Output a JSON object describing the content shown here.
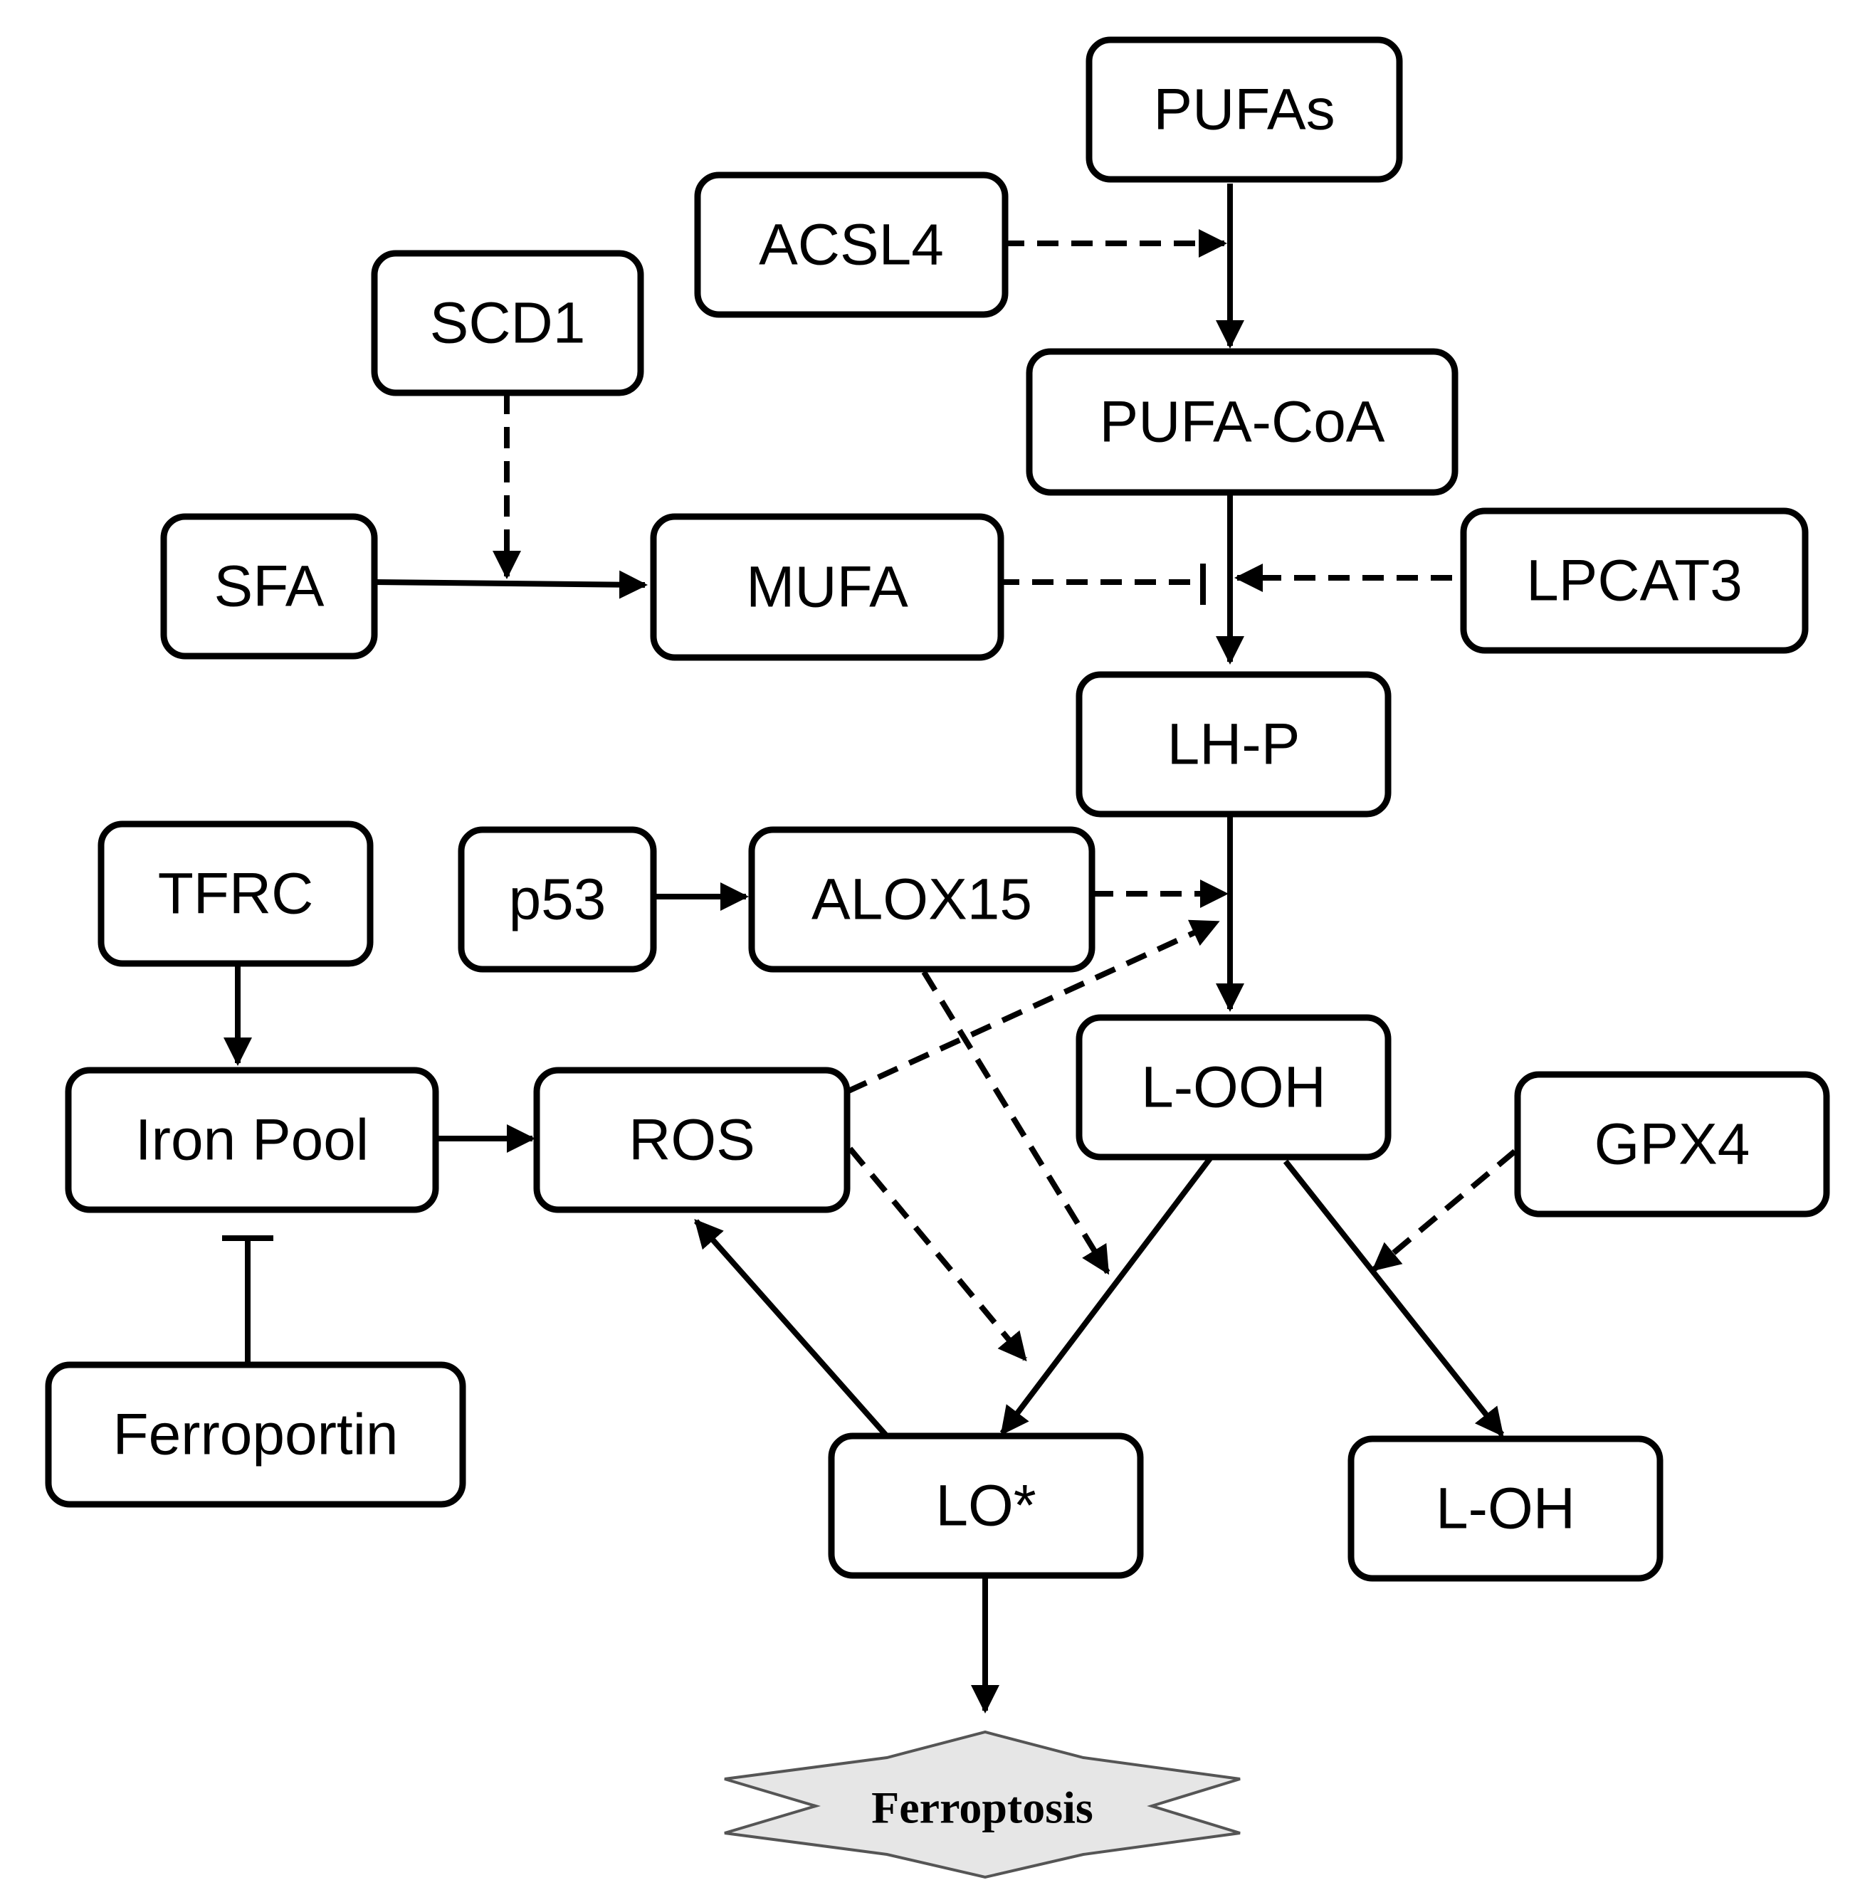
{
  "diagram": {
    "nodes": [
      {
        "id": "pufas",
        "label": "PUFAs"
      },
      {
        "id": "acsl4",
        "label": "ACSL4"
      },
      {
        "id": "scd1",
        "label": "SCD1"
      },
      {
        "id": "pufa-coa",
        "label": "PUFA-CoA"
      },
      {
        "id": "sfa",
        "label": "SFA"
      },
      {
        "id": "mufa",
        "label": "MUFA"
      },
      {
        "id": "lpcat3",
        "label": "LPCAT3"
      },
      {
        "id": "lh-p",
        "label": "LH-P"
      },
      {
        "id": "tfrc",
        "label": "TFRC"
      },
      {
        "id": "p53",
        "label": "p53"
      },
      {
        "id": "alox15",
        "label": "ALOX15"
      },
      {
        "id": "l-ooh",
        "label": "L-OOH"
      },
      {
        "id": "iron-pool",
        "label": "Iron Pool"
      },
      {
        "id": "ros",
        "label": "ROS"
      },
      {
        "id": "gpx4",
        "label": "GPX4"
      },
      {
        "id": "ferroportin",
        "label": "Ferroportin"
      },
      {
        "id": "lo-star",
        "label": "LO*"
      },
      {
        "id": "l-oh",
        "label": "L-OH"
      }
    ],
    "terminal": {
      "label": "Ferroptosis"
    },
    "edges": [
      {
        "from": "pufas",
        "to": "pufa-coa",
        "style": "solid",
        "type": "activation"
      },
      {
        "from": "acsl4",
        "to": "pufas→pufa-coa",
        "style": "dashed",
        "type": "activation"
      },
      {
        "from": "pufa-coa",
        "to": "lh-p",
        "style": "solid",
        "type": "activation"
      },
      {
        "from": "lpcat3",
        "to": "pufa-coa→lh-p",
        "style": "dashed",
        "type": "activation"
      },
      {
        "from": "mufa",
        "to": "pufa-coa→lh-p",
        "style": "dashed",
        "type": "inhibition"
      },
      {
        "from": "sfa",
        "to": "mufa",
        "style": "solid",
        "type": "activation"
      },
      {
        "from": "scd1",
        "to": "sfa→mufa",
        "style": "dashed",
        "type": "activation"
      },
      {
        "from": "lh-p",
        "to": "l-ooh",
        "style": "solid",
        "type": "activation"
      },
      {
        "from": "alox15",
        "to": "lh-p→l-ooh",
        "style": "dashed",
        "type": "activation"
      },
      {
        "from": "ros",
        "to": "lh-p→l-ooh",
        "style": "dashed",
        "type": "activation"
      },
      {
        "from": "p53",
        "to": "alox15",
        "style": "solid",
        "type": "activation"
      },
      {
        "from": "tfrc",
        "to": "iron-pool",
        "style": "solid",
        "type": "activation"
      },
      {
        "from": "iron-pool",
        "to": "ros",
        "style": "solid",
        "type": "activation"
      },
      {
        "from": "ferroportin",
        "to": "iron-pool",
        "style": "solid",
        "type": "inhibition"
      },
      {
        "from": "l-ooh",
        "to": "lo-star",
        "style": "solid",
        "type": "activation"
      },
      {
        "from": "alox15",
        "to": "l-ooh→lo-star",
        "style": "dashed",
        "type": "activation"
      },
      {
        "from": "ros",
        "to": "l-ooh→lo-star",
        "style": "dashed",
        "type": "activation"
      },
      {
        "from": "lo-star",
        "to": "ros",
        "style": "solid",
        "type": "activation"
      },
      {
        "from": "l-ooh",
        "to": "l-oh",
        "style": "solid",
        "type": "activation"
      },
      {
        "from": "gpx4",
        "to": "l-ooh→l-oh",
        "style": "dashed",
        "type": "activation"
      },
      {
        "from": "lo-star",
        "to": "ferroptosis",
        "style": "solid",
        "type": "activation"
      }
    ]
  }
}
